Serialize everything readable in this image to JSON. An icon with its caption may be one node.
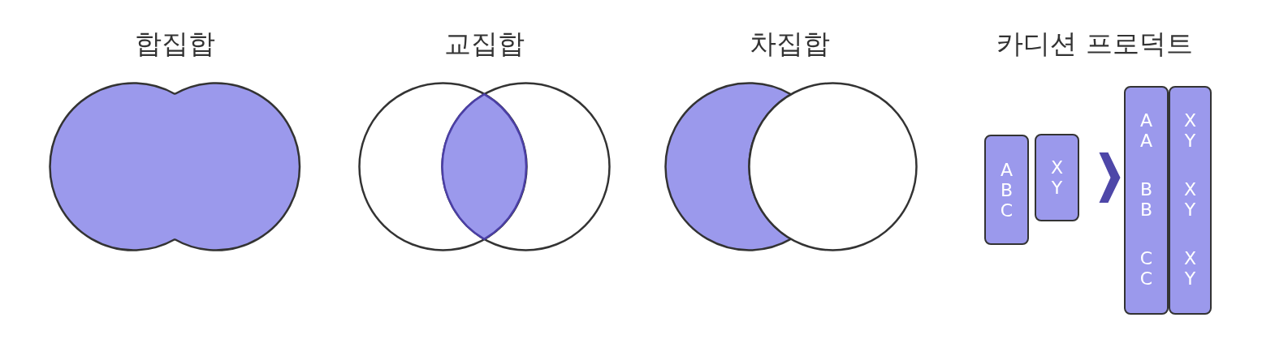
{
  "diagram": {
    "nodes": [
      {
        "text": [],
        "shape": "circle"
      },
      {
        "text": [],
        "shape": "circle"
      },
      {
        "text": [],
        "shape": "circle"
      },
      {
        "text": [],
        "shape": "circle"
      },
      {
        "text": [],
        "shape": "circle"
      },
      {
        "text": [],
        "shape": "circle"
      },
      {
        "text": [
          "A B C"
        ]
      },
      {
        "text": [
          "X Y"
        ]
      },
      {
        "text": [
          "A A",
          "B B",
          "C C"
        ]
      },
      {
        "text": [
          "X Y",
          "X Y",
          "X Y"
        ]
      }
    ],
    "edges": [
      {
        "from": 7,
        "to": 8,
        "arrow": "to"
      }
    ],
    "labels": [
      "합집합",
      "교집합",
      "차집합",
      "카디션 프로덕트"
    ]
  }
}
